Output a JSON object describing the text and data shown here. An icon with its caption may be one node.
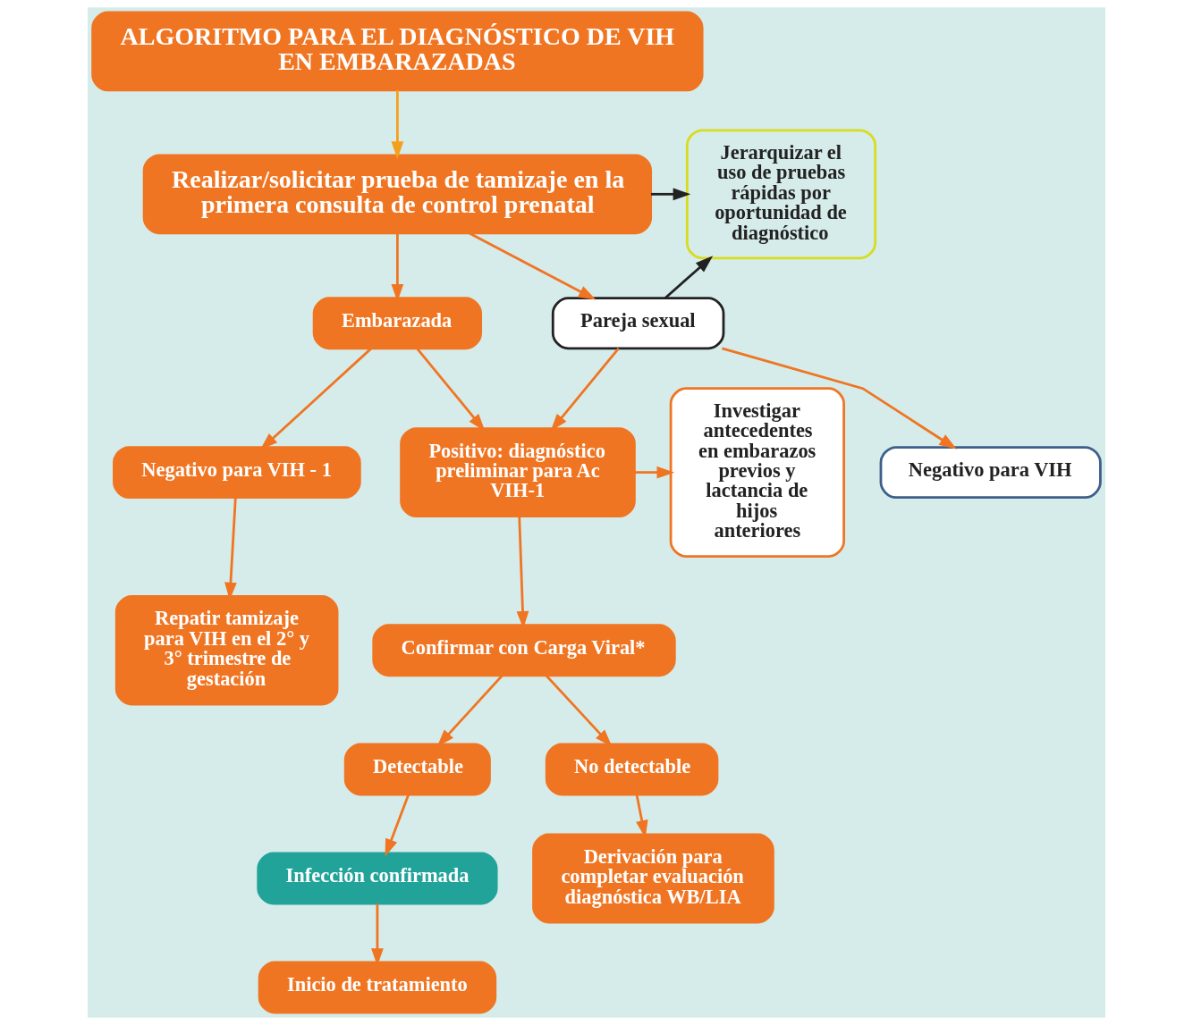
{
  "diagram": {
    "nodes": [
      {
        "text": [
          "ALGORITMO PARA EL DIAGNÓSTICO DE VIH EN EMBARAZADAS"
        ]
      },
      {
        "text": [
          "Realizar/solicitar prueba de tamizaje en la primera consulta de control prenatal"
        ]
      },
      {
        "text": [
          "Jerarquizar el uso de pruebas rápidas por oportunidad de diagnóstico"
        ]
      },
      {
        "text": [
          "Embarazada"
        ]
      },
      {
        "text": [
          "Pareja sexual"
        ]
      },
      {
        "text": [
          "Negativo para VIH - 1"
        ]
      },
      {
        "text": [
          "Investigar antecedentes en embarazos previos y lactancia de hijos anteriores"
        ]
      },
      {
        "text": [
          "Positivo: diagnóstico preliminar para Ac VIH-1"
        ]
      },
      {
        "text": [
          "Negativo para VIH"
        ]
      },
      {
        "text": [
          "Repatir tamizaje para VIH en el 2° y 3° trimestre de gestación"
        ]
      },
      {
        "text": [
          "Confirmar con Carga Viral*"
        ]
      },
      {
        "text": [
          "Detectable"
        ]
      },
      {
        "text": [
          "No detectable"
        ]
      },
      {
        "text": [
          "Infección confirmada"
        ]
      },
      {
        "text": [
          "Inicio de tratamiento"
        ]
      },
      {
        "text": [
          "Derivación para completar evaluación diagnóstica WB/LIA"
        ]
      }
    ],
    "edges": [
      {
        "from": 0,
        "to": 1,
        "arrow": "to",
        "color": "#f5a01a"
      },
      {
        "from": 1,
        "to": 2,
        "arrow": "to",
        "color": "#222222"
      },
      {
        "from": 1,
        "to": 3,
        "arrow": "to"
      },
      {
        "from": 1,
        "to": 4,
        "arrow": "to"
      },
      {
        "from": 4,
        "to": 2,
        "arrow": "to",
        "color": "#222222"
      },
      {
        "from": 3,
        "to": 5,
        "arrow": "to"
      },
      {
        "from": 3,
        "to": 7,
        "arrow": "to"
      },
      {
        "from": 4,
        "to": 7,
        "arrow": "to"
      },
      {
        "from": 4,
        "to": 8,
        "arrow": "to"
      },
      {
        "from": 7,
        "to": 6,
        "arrow": "to"
      },
      {
        "from": 5,
        "to": 9,
        "arrow": "to"
      },
      {
        "from": 7,
        "to": 10,
        "arrow": "to"
      },
      {
        "from": 10,
        "to": 11,
        "arrow": "to"
      },
      {
        "from": 10,
        "to": 12,
        "arrow": "to"
      },
      {
        "from": 11,
        "to": 13,
        "arrow": "to"
      },
      {
        "from": 12,
        "to": 15,
        "arrow": "to"
      },
      {
        "from": 13,
        "to": 14,
        "arrow": "to"
      }
    ]
  }
}
